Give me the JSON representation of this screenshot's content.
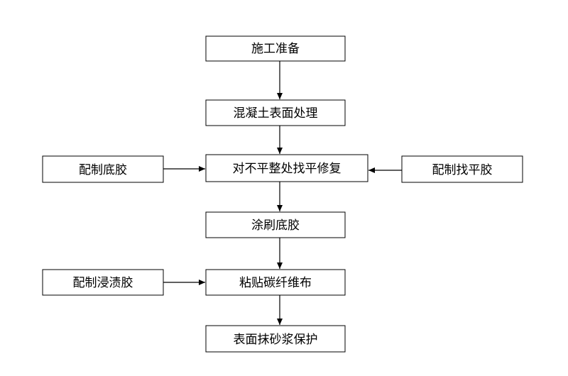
{
  "diagram": {
    "nodes": {
      "prep": "施工准备",
      "concrete": "混凝土表面处理",
      "leveling": "对不平整处找平修复",
      "primer_mix": "配制底胶",
      "leveling_mix": "配制找平胶",
      "primer_coat": "涂刷底胶",
      "impregnation_mix": "配制浸渍胶",
      "carbon_paste": "粘贴碳纤维布",
      "mortar": "表面抹砂浆保护"
    },
    "colors": {
      "stroke": "#000000",
      "fill": "#ffffff",
      "text": "#000000"
    }
  }
}
